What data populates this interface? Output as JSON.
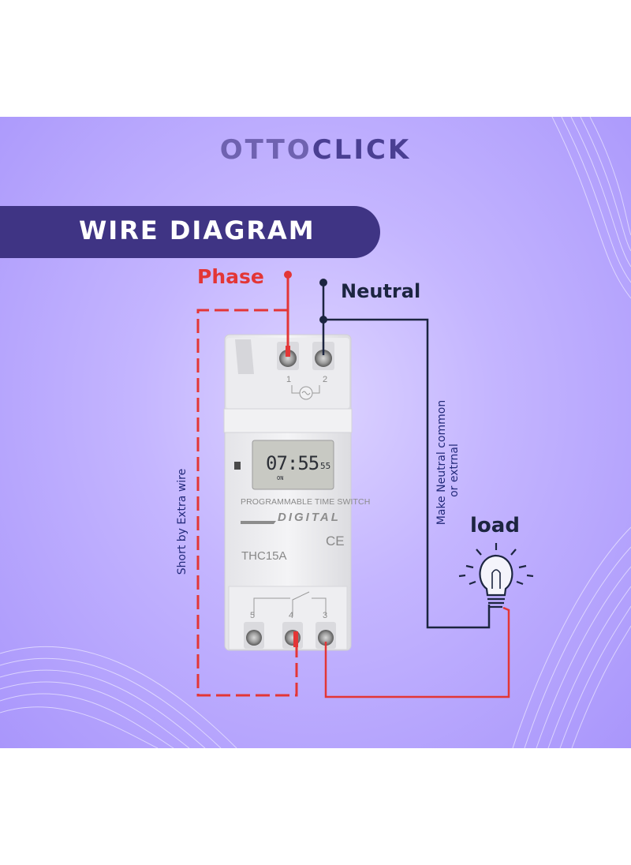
{
  "brand": {
    "part1": "OTTO",
    "part2": "CLICK"
  },
  "banner": {
    "title": "WIRE DIAGRAM"
  },
  "labels": {
    "phase": "Phase",
    "neutral": "Neutral",
    "load": "load",
    "short": "Short by Extra wire",
    "common_line1": "Make Neutral common",
    "common_line2": "or extrnal"
  },
  "device": {
    "label_top": "PROGRAMMABLE TIME SWITCH",
    "label_brand": "DIGITAL",
    "model": "THC15A",
    "mark": "CE",
    "display_time": "07:55",
    "display_seconds": "55",
    "display_status": "ON",
    "terminals_top": [
      "1",
      "2"
    ],
    "terminals_bottom": [
      "5",
      "4",
      "3"
    ]
  },
  "colors": {
    "phase_wire": "#e33636",
    "neutral_wire": "#1c2540",
    "banner": "#3f3484",
    "brand_text": "#6f62b0"
  }
}
